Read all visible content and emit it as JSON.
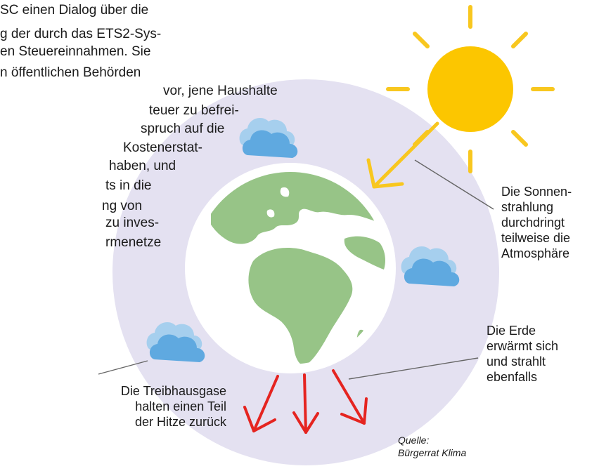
{
  "body_text": {
    "lines": [
      "SC einen Dialog über die",
      "g der durch das ETS2-Sys-",
      "en Steuereinnahmen. Sie",
      "n öffentlichen Behörden",
      "vor, jene Haushalte",
      "teuer zu befrei-",
      "spruch auf die",
      "Kostenerstat-",
      "haben, und",
      "ts   in   die",
      "ng        von",
      "zu inves-",
      "rmenetze"
    ]
  },
  "labels": {
    "sun": [
      "Die Sonnen-",
      "strahlung",
      "durchdringt",
      "teilweise die",
      "Atmosphäre"
    ],
    "earth": [
      "Die Erde",
      "erwärmt sich",
      "und strahlt",
      "ebenfalls"
    ],
    "greenhouse": [
      "Die Treibhausgase",
      "halten einen Teil",
      "der Hitze zurück"
    ]
  },
  "source": [
    "Quelle:",
    "Bürgerrat Klima"
  ],
  "colors": {
    "atmosphere": "#e4e1f1",
    "earth_ring": "#ffffff",
    "land": "#97c487",
    "sun": "#fcc600",
    "sun_ray": "#f8c71f",
    "incoming_arrow": "#f8c71f",
    "outgoing_arrow": "#e52420",
    "cloud_back": "#a6cfee",
    "cloud_front": "#5fa9e0",
    "leader_line": "#666666"
  },
  "icons": [
    "sun-icon",
    "cloud-icon",
    "earth-globe-icon"
  ]
}
